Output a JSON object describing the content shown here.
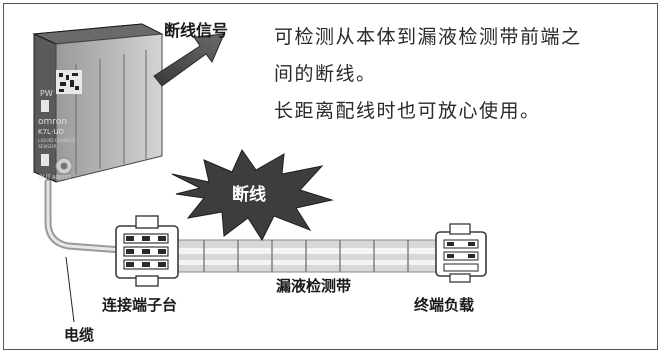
{
  "signal_label": "断线信号",
  "description": {
    "line1": "可检测从本体到漏液检测带前端之",
    "line2": "间的断线。",
    "line3": "长距离配线时也可放心使用。"
  },
  "device": {
    "brand": "omron",
    "model": "K7L-UD",
    "subtitle1": "LIQUID LEAKAGE",
    "subtitle2": "SENSOR",
    "pw_label": "PW",
    "out_label": "OUT",
    "adjust_label": "ADJUST"
  },
  "burst_label": "断线",
  "labels": {
    "terminal_block": "连接端子台",
    "detection_band": "漏液检测带",
    "terminal_load": "终端负载",
    "cable": "电缆"
  },
  "colors": {
    "arrow": "#4d4d4d",
    "burst": "#3d3d3d",
    "device_body": "#3b3b3b",
    "band": "#e6e6e6"
  }
}
